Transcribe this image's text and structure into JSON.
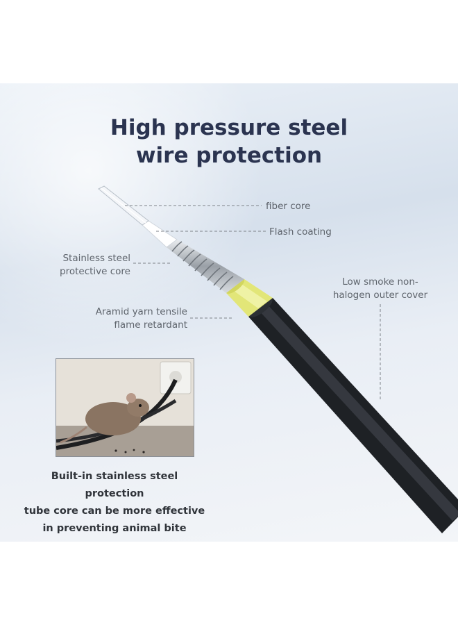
{
  "title": {
    "line1": "High pressure steel",
    "line2": "wire protection"
  },
  "labels": {
    "fiber_core": "fiber core",
    "flash_coating": "Flash coating",
    "stainless_line1": "Stainless steel",
    "stainless_line2": "protective core",
    "aramid_line1": "Aramid yarn tensile",
    "aramid_line2": "flame retardant",
    "outer_line1": "Low smoke non-",
    "outer_line2": "halogen outer cover"
  },
  "caption": {
    "line1": "Built-in stainless steel protection",
    "line2": "tube core can be more effective",
    "line3": "in preventing animal bite"
  },
  "colors": {
    "title": "#2b3450",
    "label": "#5e646c",
    "outer_cover": "#1f2226",
    "aramid_yarn": "#e3e77a",
    "flash_coating": "#ffffff",
    "steel": "#b9bec4",
    "leader_line": "#7d8288"
  },
  "icons": {
    "photo": "mouse-biting-cable-photo"
  }
}
